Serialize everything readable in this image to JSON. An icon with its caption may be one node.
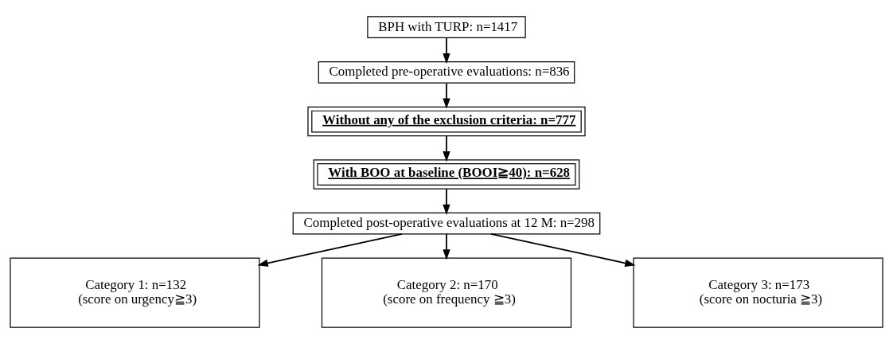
{
  "diagram": {
    "nodes": [
      {
        "text": [
          "BPH with TURP: n=1417"
        ]
      },
      {
        "text": [
          "Completed pre-operative evaluations: n=836"
        ]
      },
      {
        "text": [
          "Without any of the exclusion criteria: n=777"
        ]
      },
      {
        "text": [
          "With BOO at baseline (BOOI≧40): n=628"
        ]
      },
      {
        "text": [
          "Completed post-operative evaluations at 12 M: n=298"
        ]
      },
      {
        "text": [
          "Category 1: n=132",
          "(score on urgency≧3)"
        ]
      },
      {
        "text": [
          "Category 2: n=170",
          "(score on frequency ≧3)"
        ]
      },
      {
        "text": [
          "Category 3: n=173",
          "(score on nocturia ≧3)"
        ]
      }
    ],
    "edges": [
      {
        "from": 0,
        "to": 1,
        "arrow": "to"
      },
      {
        "from": 1,
        "to": 2,
        "arrow": "to"
      },
      {
        "from": 2,
        "to": 3,
        "arrow": "to"
      },
      {
        "from": 3,
        "to": 4,
        "arrow": "to"
      },
      {
        "from": 4,
        "to": 5,
        "arrow": "to"
      },
      {
        "from": 4,
        "to": 6,
        "arrow": "to"
      },
      {
        "from": 4,
        "to": 7,
        "arrow": "to"
      }
    ]
  }
}
